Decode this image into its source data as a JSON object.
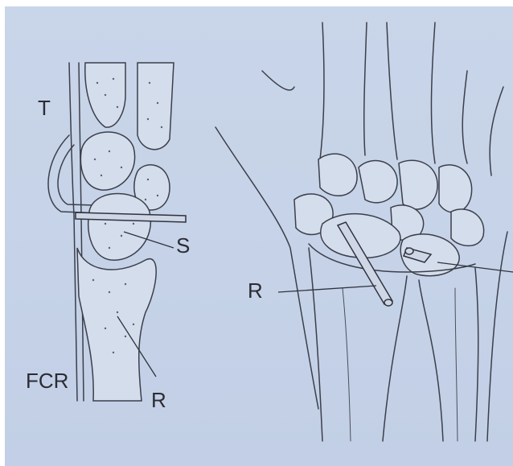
{
  "labels": {
    "tendon": "T",
    "scaphoid": "S",
    "flexor_carpi_radialis": "FCR",
    "radius_left": "R",
    "radius_right": "R"
  },
  "colors": {
    "paper": "#c6d3e8",
    "ink": "#2f333d"
  }
}
